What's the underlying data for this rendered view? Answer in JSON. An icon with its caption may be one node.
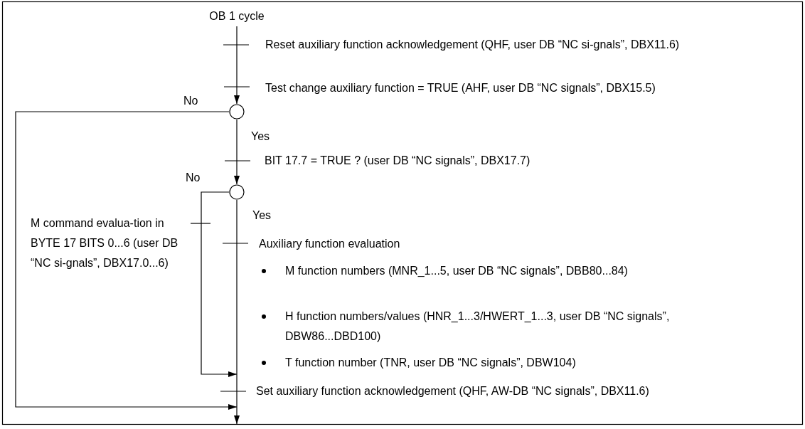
{
  "diagram": {
    "nodes": [
      {
        "text": [
          "OB 1 cycle"
        ]
      },
      {
        "text": [],
        "shape": "circle"
      },
      {
        "text": [],
        "shape": "circle"
      }
    ],
    "edges": [
      {
        "from": 0,
        "to": 1,
        "arrow": "to"
      },
      {
        "from": 1,
        "to": 2,
        "arrow": "to",
        "label": "Yes"
      },
      {
        "from": 1,
        "to": null,
        "arrow": "to",
        "label": "No"
      },
      {
        "from": 2,
        "to": null,
        "arrow": "to",
        "label": "No"
      },
      {
        "from": 2,
        "to": null,
        "arrow": "to",
        "label": "Yes"
      }
    ],
    "labels": [
      "Reset auxiliary function acknowledgement (QHF, user DB “NC si-gnals”, DBX11.6)",
      "Test change auxiliary function = TRUE (AHF, user DB “NC signals”, DBX15.5)",
      "BIT 17.7 = TRUE ? (user DB “NC signals”, DBX17.7)",
      "M command evalua-tion in BYTE 17 BITS 0...6 (user DB “NC si-gnals”, DBX17.0...6)",
      "Auxiliary function evaluation",
      "M function numbers (MNR_1...5, user DB “NC signals”, DBB80...84)",
      "H function numbers/values (HNR_1...3/HWERT_1...3, user DB “NC signals”, DBW86...DBD100)",
      "T function number (TNR, user DB “NC signals”, DBW104)",
      "Set auxiliary function acknowledgement (QHF, AW-DB “NC signals”, DBX11.6)"
    ]
  }
}
